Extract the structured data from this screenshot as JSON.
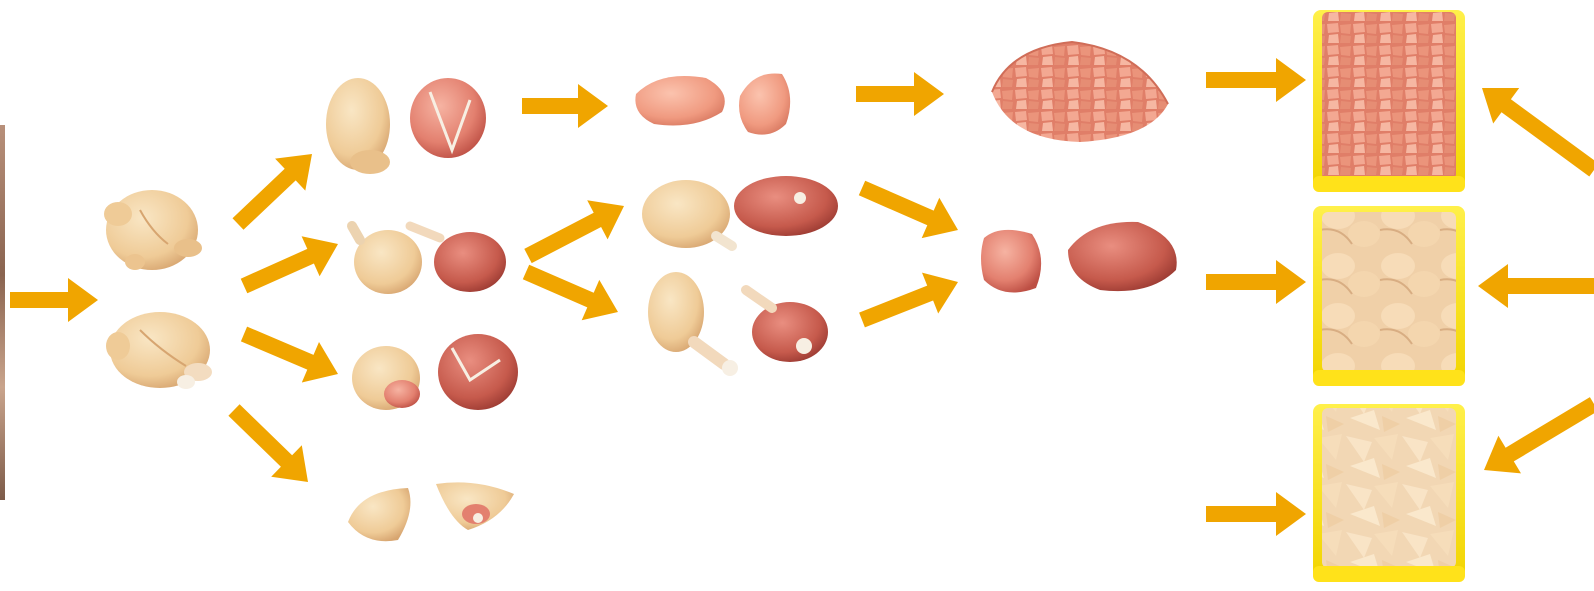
{
  "colors": {
    "arrow": "#f0a500",
    "skin": "#f2d3a4",
    "skin_shadow": "#d9a874",
    "meat": "#e98c7c",
    "meat_dark": "#c9584c",
    "bone": "#f7efe3",
    "tray": "#ffe21a",
    "tray_edge": "#e5c600"
  },
  "diagram": {
    "stages": [
      {
        "name": "whole-chicken",
        "items": [
          "whole-chicken-top",
          "whole-chicken-bottom"
        ]
      },
      {
        "name": "primary-cuts",
        "items": [
          "breast-with-bone",
          "whole-leg",
          "back-quarter",
          "wing"
        ]
      },
      {
        "name": "secondary-cuts",
        "items": [
          "breast-fillet",
          "thigh",
          "drumstick"
        ]
      },
      {
        "name": "processed",
        "items": [
          "diced-breast",
          "boneless-thigh"
        ]
      },
      {
        "name": "packaged-trays",
        "items": [
          "tray-diced",
          "tray-legs",
          "tray-quarters"
        ]
      }
    ],
    "arrows": [
      {
        "name": "arrow-input"
      },
      {
        "name": "arrow-whole-to-breast"
      },
      {
        "name": "arrow-whole-to-leg"
      },
      {
        "name": "arrow-whole-to-quarter"
      },
      {
        "name": "arrow-whole-to-wing"
      },
      {
        "name": "arrow-breast-to-fillet"
      },
      {
        "name": "arrow-leg-to-thigh"
      },
      {
        "name": "arrow-leg-to-drumstick"
      },
      {
        "name": "arrow-fillet-to-diced"
      },
      {
        "name": "arrow-thigh-to-boneless"
      },
      {
        "name": "arrow-drumstick-to-boneless"
      },
      {
        "name": "arrow-diced-to-tray"
      },
      {
        "name": "arrow-boneless-to-tray"
      },
      {
        "name": "arrow-to-tray-bottom"
      },
      {
        "name": "arrow-right-to-tray-top"
      },
      {
        "name": "arrow-right-to-tray-middle"
      },
      {
        "name": "arrow-right-to-tray-bottom"
      }
    ]
  }
}
